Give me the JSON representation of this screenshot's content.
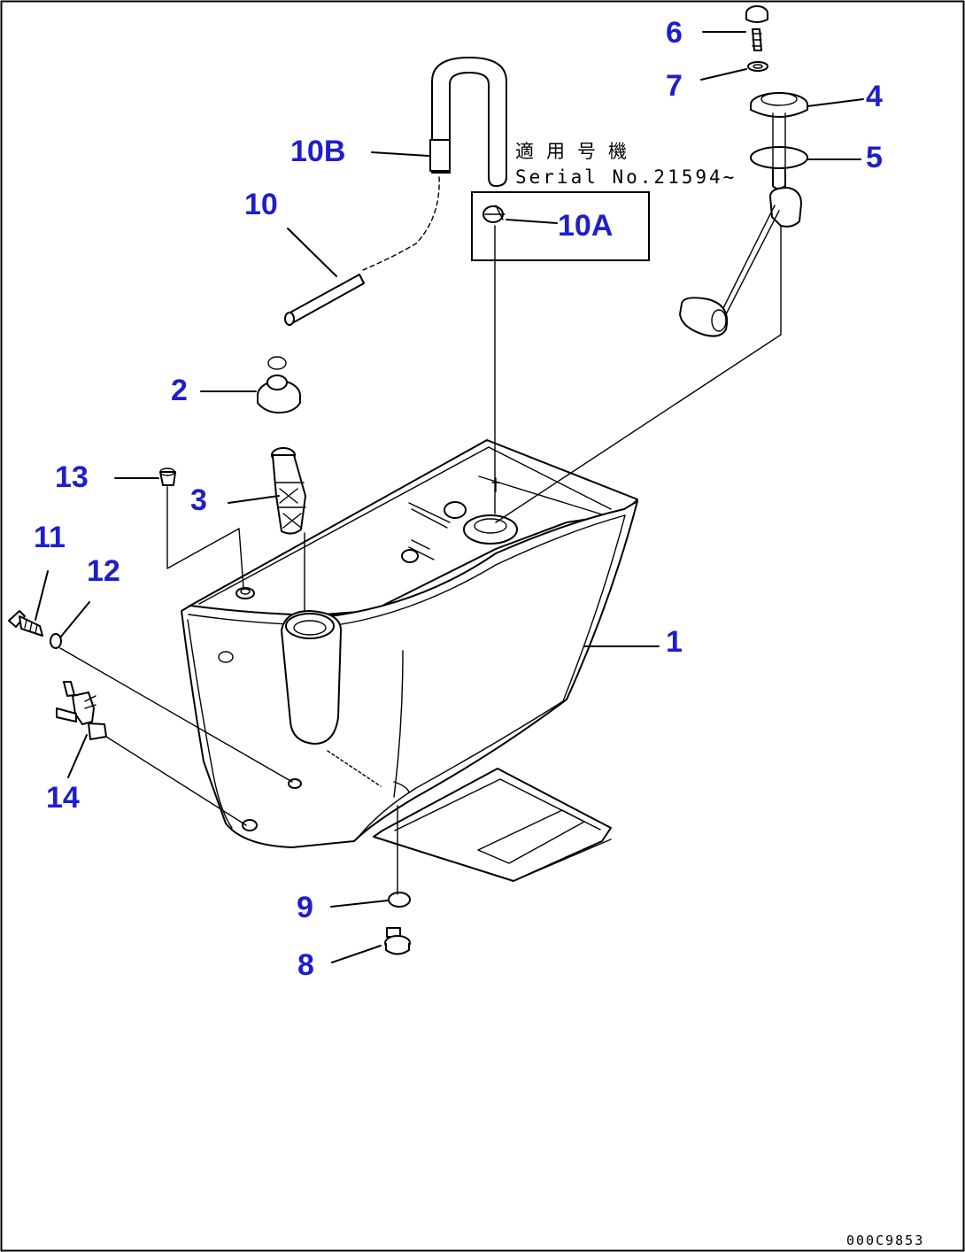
{
  "diagram": {
    "callout_color": "#1e1ecc",
    "line_color": "#000000",
    "applicability_note": {
      "title": "適用号機",
      "serial": "Serial No.21594~"
    },
    "drawing_code": "000C9853",
    "callouts": [
      {
        "id": "c1",
        "label": "1"
      },
      {
        "id": "c2",
        "label": "2"
      },
      {
        "id": "c3",
        "label": "3"
      },
      {
        "id": "c4",
        "label": "4"
      },
      {
        "id": "c5",
        "label": "5"
      },
      {
        "id": "c6",
        "label": "6"
      },
      {
        "id": "c7",
        "label": "7"
      },
      {
        "id": "c8",
        "label": "8"
      },
      {
        "id": "c9",
        "label": "9"
      },
      {
        "id": "c10",
        "label": "10"
      },
      {
        "id": "c10A",
        "label": "10A"
      },
      {
        "id": "c10B",
        "label": "10B"
      },
      {
        "id": "c11",
        "label": "11"
      },
      {
        "id": "c12",
        "label": "12"
      },
      {
        "id": "c13",
        "label": "13"
      },
      {
        "id": "c14",
        "label": "14"
      }
    ]
  }
}
